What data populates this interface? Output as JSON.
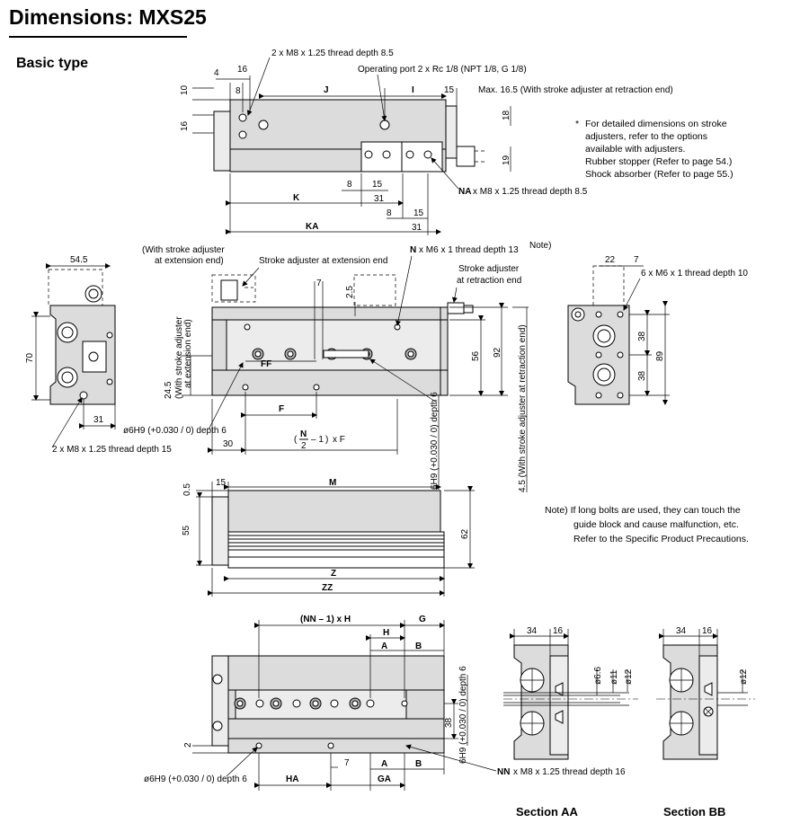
{
  "header": {
    "title": "Dimensions: MXS25",
    "subtitle": "Basic type"
  },
  "top_view": {
    "callout_thread": "2 x M8 x 1.25 thread depth 8.5",
    "operating_port": "Operating port 2 x Rc 1/8 (NPT 1/8, G 1/8)",
    "max_note": "Max. 16.5 (With stroke adjuster at retraction end)",
    "na_thread": "x M8 x 1.25 thread depth 8.5",
    "na_label": "NA",
    "dims": {
      "d4": "4",
      "d16": "16",
      "d10": "10",
      "d8": "8",
      "dJ": "J",
      "dI": "I",
      "d15": "15",
      "d16v": "16",
      "d18": "18",
      "d19": "19",
      "d8b": "8",
      "d15b": "15",
      "dK": "K",
      "d31": "31",
      "d8c": "8",
      "d15c": "15",
      "dKA": "KA",
      "d31b": "31"
    }
  },
  "stroke_note": {
    "lines": [
      "For detailed dimensions on stroke",
      "adjusters, refer to the options",
      "available with adjusters.",
      "Rubber stopper (Refer to page 54.)",
      "Shock absorber (Refer to page 55.)"
    ],
    "bullet": "*"
  },
  "front_view": {
    "with_adj_ext_1": "(With stroke adjuster",
    "with_adj_ext_2": "at extension end)",
    "adj_ext": "Stroke adjuster at extension end",
    "n_thread": "x M6 x 1 thread depth 13",
    "n_label": "N",
    "note_sup": "Note)",
    "adj_ret_1": "Stroke adjuster",
    "adj_ret_2": "at retraction end",
    "vert_ext_1": "(With stroke adjuster",
    "vert_ext_2": "at extension end)",
    "vert_ret": "4.5 (With stroke adjuster at retraction end)",
    "vert_6h9": "6H9 (+0.030 / 0) depth 6",
    "dims": {
      "d7": "7",
      "d2_5": "2.5",
      "dFF": "FF",
      "dF": "F",
      "d24_5": "24.5",
      "d56": "56",
      "d92": "92",
      "d30": "30",
      "d6h9": "ø6H9 (+0.030 / 0) depth 6",
      "formula_n": "N",
      "formula_2": "2",
      "formula_rest": "– 1",
      "formula_times": "x F"
    }
  },
  "left_view": {
    "d54_5": "54.5",
    "d70": "70",
    "d31": "31",
    "thread": "2 x M8 x 1.25 thread depth 15"
  },
  "right_view": {
    "d22": "22",
    "d7": "7",
    "thread": "6 x M6 x 1 thread depth 10",
    "d38a": "38",
    "d38b": "38",
    "d89": "89"
  },
  "side_view": {
    "d0_5": "0.5",
    "d15": "15",
    "dM": "M",
    "d55": "55",
    "d62": "62",
    "dZ": "Z",
    "dZZ": "ZZ"
  },
  "caution_note": {
    "lines": [
      "Note) If long bolts are used, they can touch the",
      "guide block and cause malfunction, etc.",
      "Refer to the Specific Product Precautions."
    ]
  },
  "bottom_view": {
    "dNN": "(NN – 1) x H",
    "dH": "H",
    "dG": "G",
    "dA": "A",
    "dB": "B",
    "d38": "38",
    "d2": "2",
    "d7": "7",
    "dHA": "HA",
    "dA2": "A",
    "dB2": "B",
    "dGA": "GA",
    "d6h9": "ø6H9 (+0.030 / 0) depth 6",
    "vert_6h9": "6H9 (+0.030 / 0) depth 6",
    "nn_label": "NN",
    "nn_thread": "x M8 x 1.25 thread depth 16"
  },
  "section_aa": {
    "label": "Section AA",
    "d34": "34",
    "d16": "16",
    "d6_6": "ø6.6",
    "d11": "ø11",
    "d12": "ø12"
  },
  "section_bb": {
    "label": "Section BB",
    "d34": "34",
    "d16": "16",
    "d12": "ø12"
  }
}
